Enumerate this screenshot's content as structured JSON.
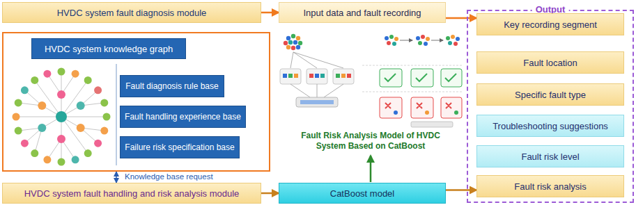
{
  "diagram": {
    "nodes": [
      {
        "text": [
          "HVDC system fault diagnosis module"
        ]
      },
      {
        "text": [
          "Input data and fault recording"
        ]
      },
      {
        "text": [
          "Output"
        ]
      },
      {
        "text": [
          "Key recording segment"
        ],
        "in": 2
      },
      {
        "text": [
          "Fault location"
        ],
        "in": 2
      },
      {
        "text": [
          "Specific fault type"
        ],
        "in": 2
      },
      {
        "text": [
          "Troubleshooting suggestions"
        ],
        "in": 2
      },
      {
        "text": [
          "Fault risk level"
        ],
        "in": 2
      },
      {
        "text": [
          "Fault risk analysis"
        ],
        "in": 2
      },
      {
        "text": [
          "HVDC system knowledge graph"
        ]
      },
      {
        "text": [
          "Fault diagnosis rule base"
        ],
        "in": 9
      },
      {
        "text": [
          "Fault handling experience base"
        ],
        "in": 9
      },
      {
        "text": [
          "Failure risk specification base"
        ],
        "in": 9
      },
      {
        "text": [
          "HVDC system fault handling and risk analysis module"
        ]
      },
      {
        "text": [
          "CatBoost model"
        ]
      }
    ],
    "edges": [
      {
        "from": 0,
        "to": 1,
        "arrow": "to"
      },
      {
        "from": 1,
        "to": 3,
        "arrow": "to"
      },
      {
        "from": 9,
        "to": 13,
        "arrow": "both",
        "label": "Knowledge base request"
      },
      {
        "from": 13,
        "to": 14,
        "arrow": "to"
      },
      {
        "from": 14,
        "to": 8,
        "arrow": "to"
      }
    ],
    "labels": [
      "Fault Risk Analysis Model of HVDC System Based on CatBoost"
    ]
  }
}
